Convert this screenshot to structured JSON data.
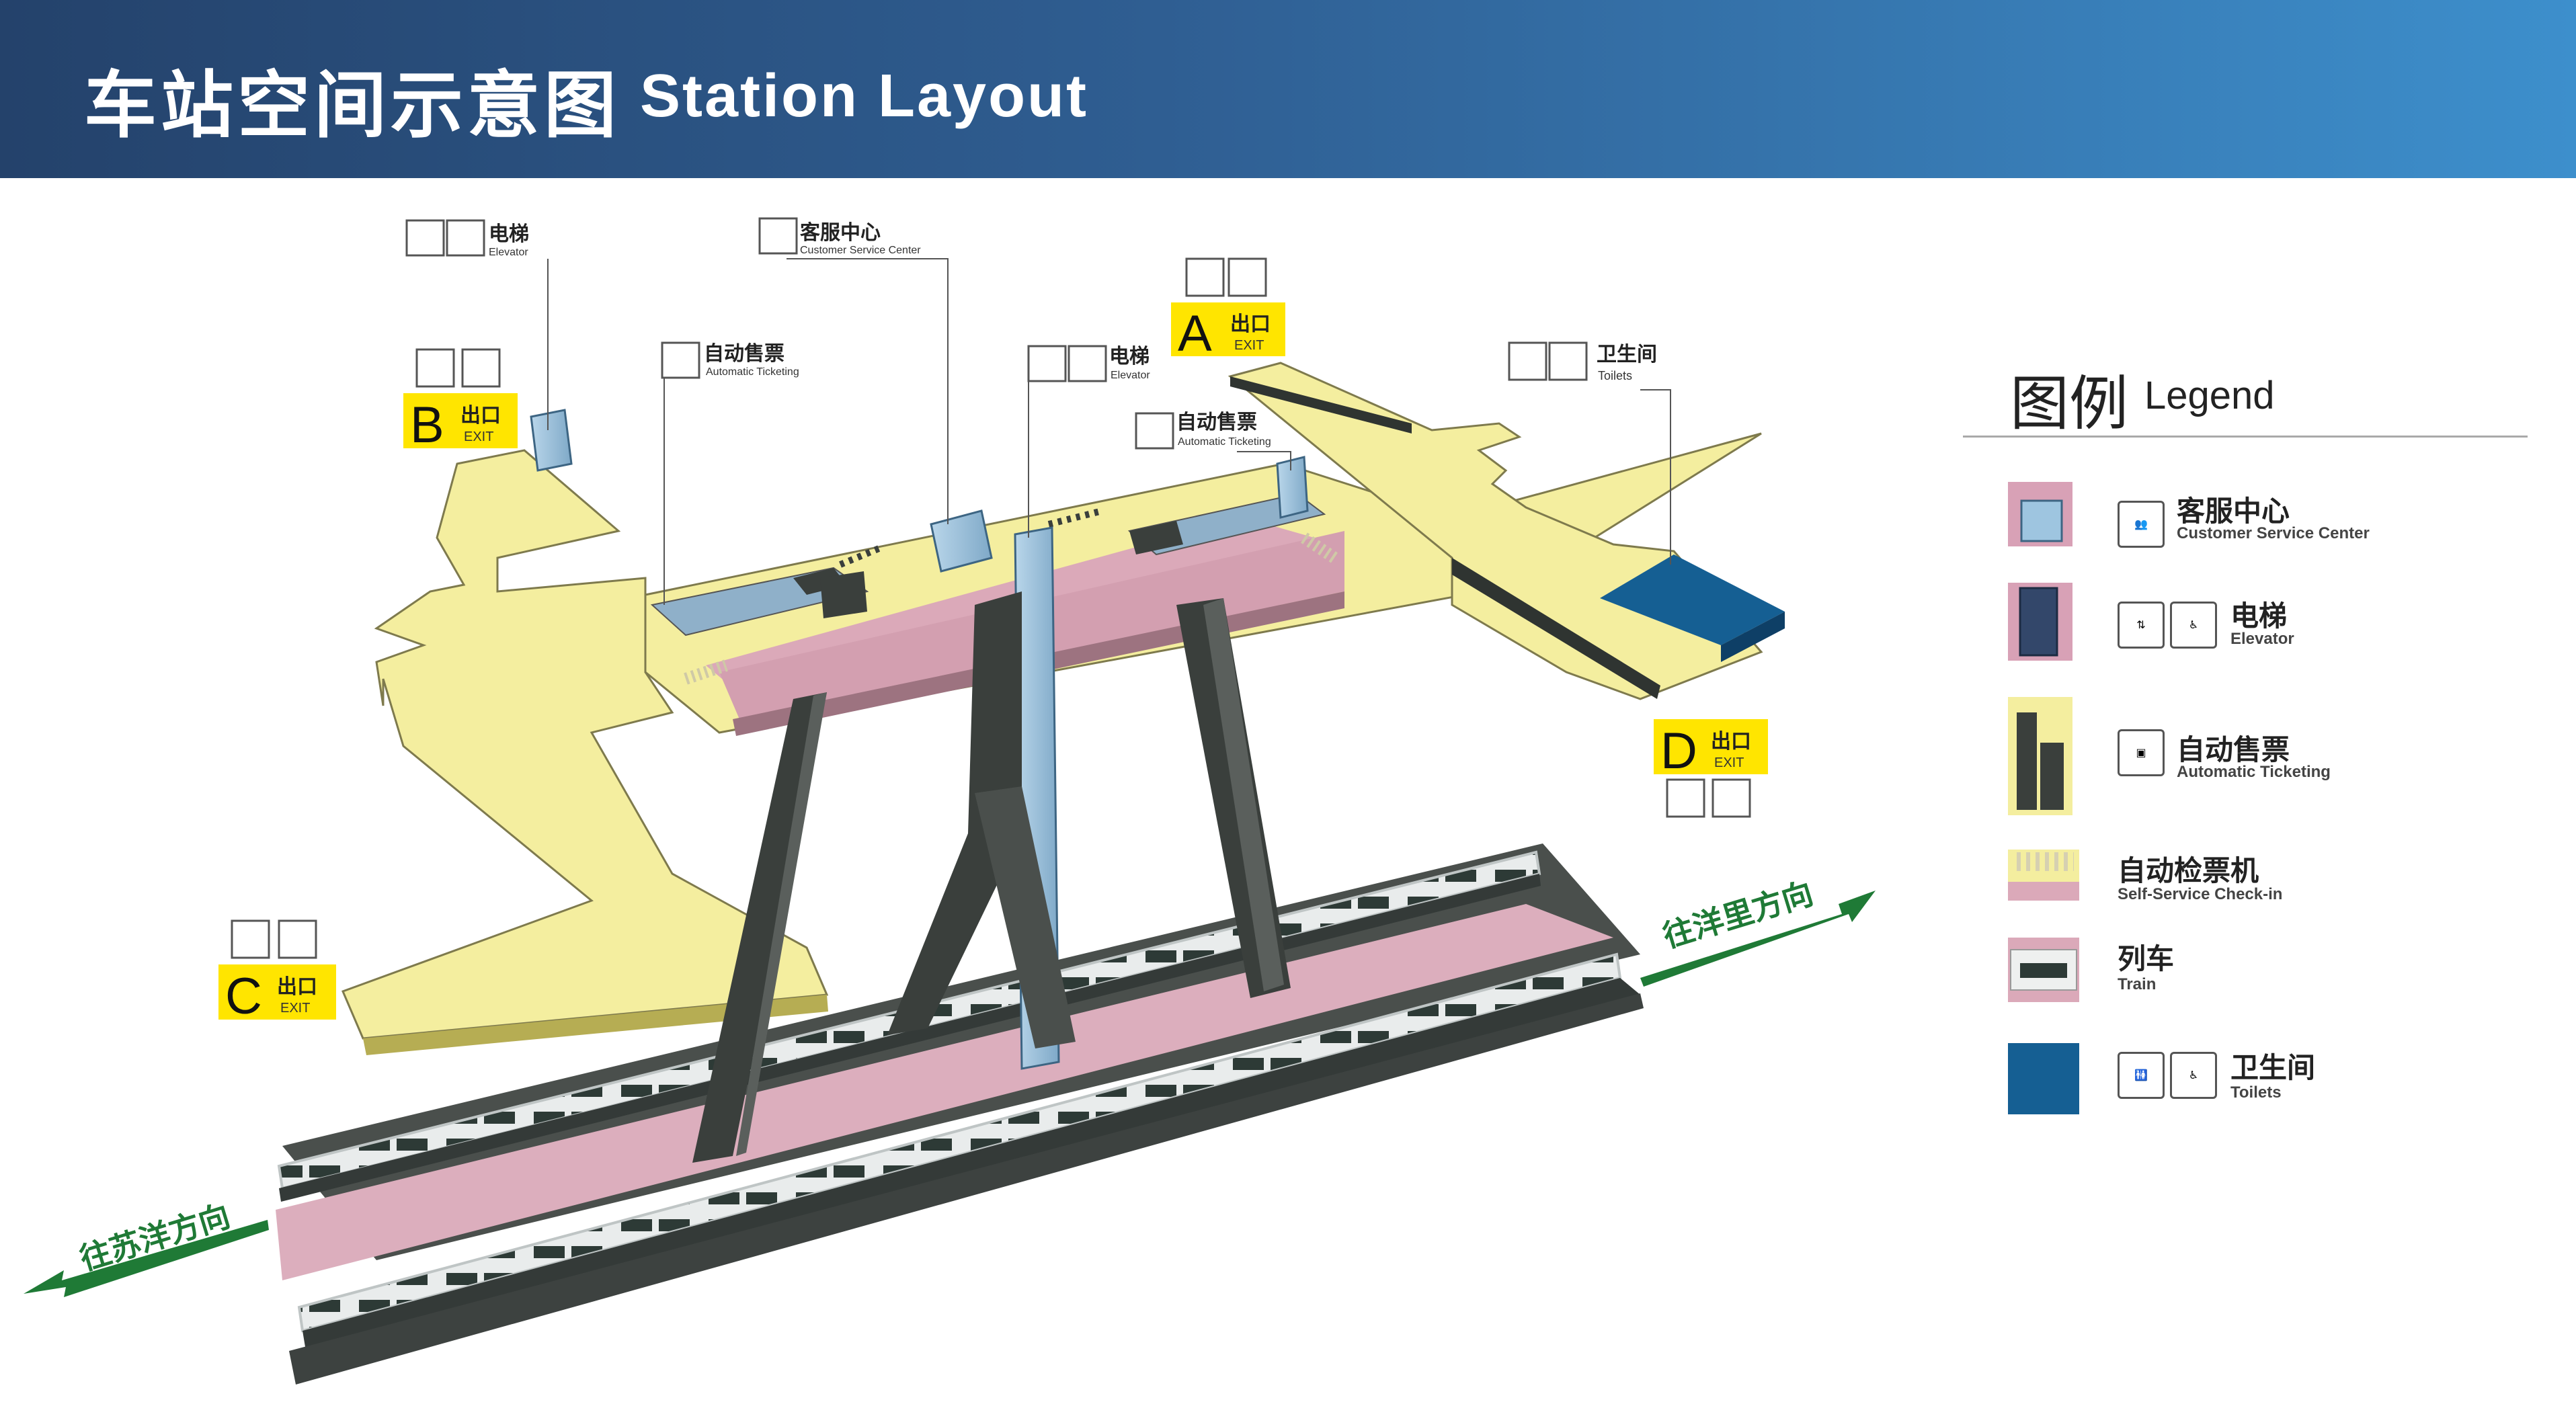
{
  "header": {
    "title_cn": "车站空间示意图",
    "title_en": "Station Layout"
  },
  "callouts": {
    "elevator_left": {
      "cn": "电梯",
      "en": "Elevator"
    },
    "customer_service": {
      "cn": "客服中心",
      "en": "Customer Service Center"
    },
    "ticketing_left": {
      "cn": "自动售票",
      "en": "Automatic Ticketing"
    },
    "elevator_mid": {
      "cn": "电梯",
      "en": "Elevator"
    },
    "ticketing_right": {
      "cn": "自动售票",
      "en": "Automatic Ticketing"
    },
    "toilets": {
      "cn": "卫生间",
      "en": "Toilets"
    }
  },
  "exits": {
    "a": {
      "letter": "A",
      "cn": "出口",
      "en": "EXIT"
    },
    "b": {
      "letter": "B",
      "cn": "出口",
      "en": "EXIT"
    },
    "c": {
      "letter": "C",
      "cn": "出口",
      "en": "EXIT"
    },
    "d": {
      "letter": "D",
      "cn": "出口",
      "en": "EXIT"
    }
  },
  "directions": {
    "right": "往洋里方向",
    "left": "往苏洋方向"
  },
  "legend": {
    "title_cn": "图例",
    "title_en": "Legend",
    "items": [
      {
        "cn": "客服中心",
        "en": "Customer Service Center"
      },
      {
        "cn": "电梯",
        "en": "Elevator"
      },
      {
        "cn": "自动售票",
        "en": "Automatic Ticketing"
      },
      {
        "cn": "自动检票机",
        "en": "Self-Service Check-in"
      },
      {
        "cn": "列车",
        "en": "Train"
      },
      {
        "cn": "卫生间",
        "en": "Toilets"
      }
    ]
  },
  "colors": {
    "concourse": "#f4ee9f",
    "paid_area": "#dba9b9",
    "structure": "#3a3f3c",
    "elevator_glass": "#9ec5e0",
    "toilet": "#155f93",
    "exit_badge": "#ffe500",
    "direction_arrow": "#1f7a36"
  }
}
